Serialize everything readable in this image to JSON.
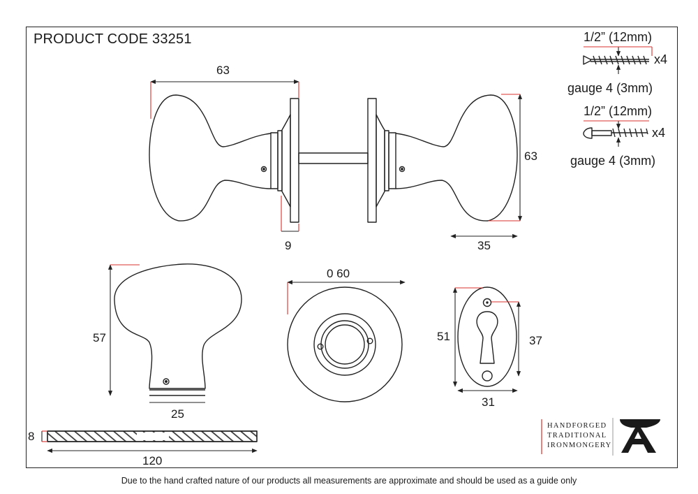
{
  "product_code": "PRODUCT CODE 33251",
  "dimensions": {
    "knob_width": "63",
    "knob_height": "63",
    "rose_thickness": "9",
    "knob_depth": "35",
    "knob_side_height": "57",
    "knob_neck_width": "25",
    "rose_diameter": "0 60",
    "escutcheon_height": "51",
    "keyhole_height": "37",
    "escutcheon_width": "31",
    "spindle_thickness": "8",
    "spindle_length": "120"
  },
  "screws": [
    {
      "length": "1/2” (12mm)",
      "quantity": "x4",
      "gauge": "gauge 4 (3mm)"
    },
    {
      "length": "1/2” (12mm)",
      "quantity": "x4",
      "gauge": "gauge 4 (3mm)"
    }
  ],
  "brand": {
    "line1": "HANDFORGED",
    "line2": "TRADITIONAL",
    "line3": "IRONMONGERY",
    "logo_icon": "anvil-a-logo-icon"
  },
  "disclaimer": "Due to the hand crafted nature of our products all measurements are approximate and should be used as a guide only",
  "colors": {
    "line": "#222222",
    "accent": "#d9302c",
    "hatch": "#3a3a3a"
  }
}
